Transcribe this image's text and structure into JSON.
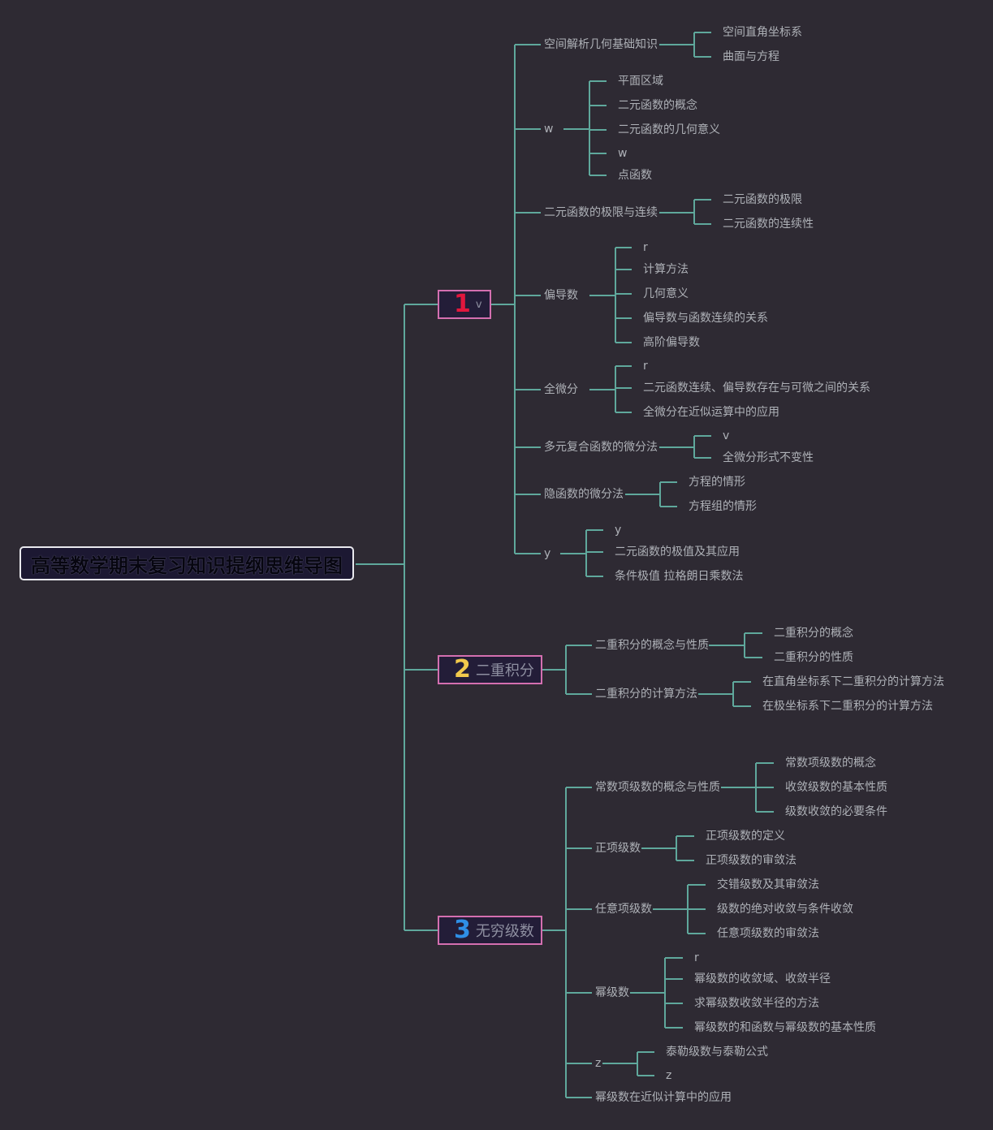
{
  "root": {
    "title": "高等数学期末复习知识提纲思维导图"
  },
  "branches": [
    {
      "number": "1",
      "number_color": "#e2173d",
      "label": "v",
      "children": [
        {
          "label": "空间解析几何基础知识",
          "children": [
            "空间直角坐标系",
            "曲面与方程"
          ]
        },
        {
          "label": "w",
          "children": [
            "平面区域",
            "二元函数的概念",
            "二元函数的几何意义",
            "w",
            "点函数"
          ]
        },
        {
          "label": "二元函数的极限与连续",
          "children": [
            "二元函数的极限",
            "二元函数的连续性"
          ]
        },
        {
          "label": "偏导数",
          "children": [
            "r",
            "计算方法",
            "几何意义",
            "偏导数与函数连续的关系",
            "高阶偏导数"
          ]
        },
        {
          "label": "全微分",
          "children": [
            "r",
            "二元函数连续、偏导数存在与可微之间的关系",
            "全微分在近似运算中的应用"
          ]
        },
        {
          "label": "多元复合函数的微分法",
          "children": [
            "v",
            "全微分形式不变性"
          ]
        },
        {
          "label": "隐函数的微分法",
          "children": [
            "方程的情形",
            "方程组的情形"
          ]
        },
        {
          "label": "y",
          "children": [
            "y",
            "二元函数的极值及其应用",
            "条件极值 拉格朗日乘数法"
          ]
        }
      ]
    },
    {
      "number": "2",
      "number_color": "#f2c94c",
      "label": "二重积分",
      "children": [
        {
          "label": "二重积分的概念与性质",
          "children": [
            "二重积分的概念",
            "二重积分的性质"
          ]
        },
        {
          "label": "二重积分的计算方法",
          "children": [
            "在直角坐标系下二重积分的计算方法",
            "在极坐标系下二重积分的计算方法"
          ]
        }
      ]
    },
    {
      "number": "3",
      "number_color": "#2f8fe6",
      "label": "无穷级数",
      "children": [
        {
          "label": "常数项级数的概念与性质",
          "children": [
            "常数项级数的概念",
            "收敛级数的基本性质",
            "级数收敛的必要条件"
          ]
        },
        {
          "label": "正项级数",
          "children": [
            "正项级数的定义",
            "正项级数的审敛法"
          ]
        },
        {
          "label": "任意项级数",
          "children": [
            "交错级数及其审敛法",
            "级数的绝对收敛与条件收敛",
            "任意项级数的审敛法"
          ]
        },
        {
          "label": "幂级数",
          "children": [
            "r",
            "幂级数的收敛域、收敛半径",
            "求幂级数收敛半径的方法",
            "幂级数的和函数与幂级数的基本性质"
          ]
        },
        {
          "label": "z",
          "children": [
            "泰勒级数与泰勒公式",
            "z"
          ]
        },
        {
          "label": "幂级数在近似计算中的应用",
          "children": []
        }
      ]
    }
  ]
}
